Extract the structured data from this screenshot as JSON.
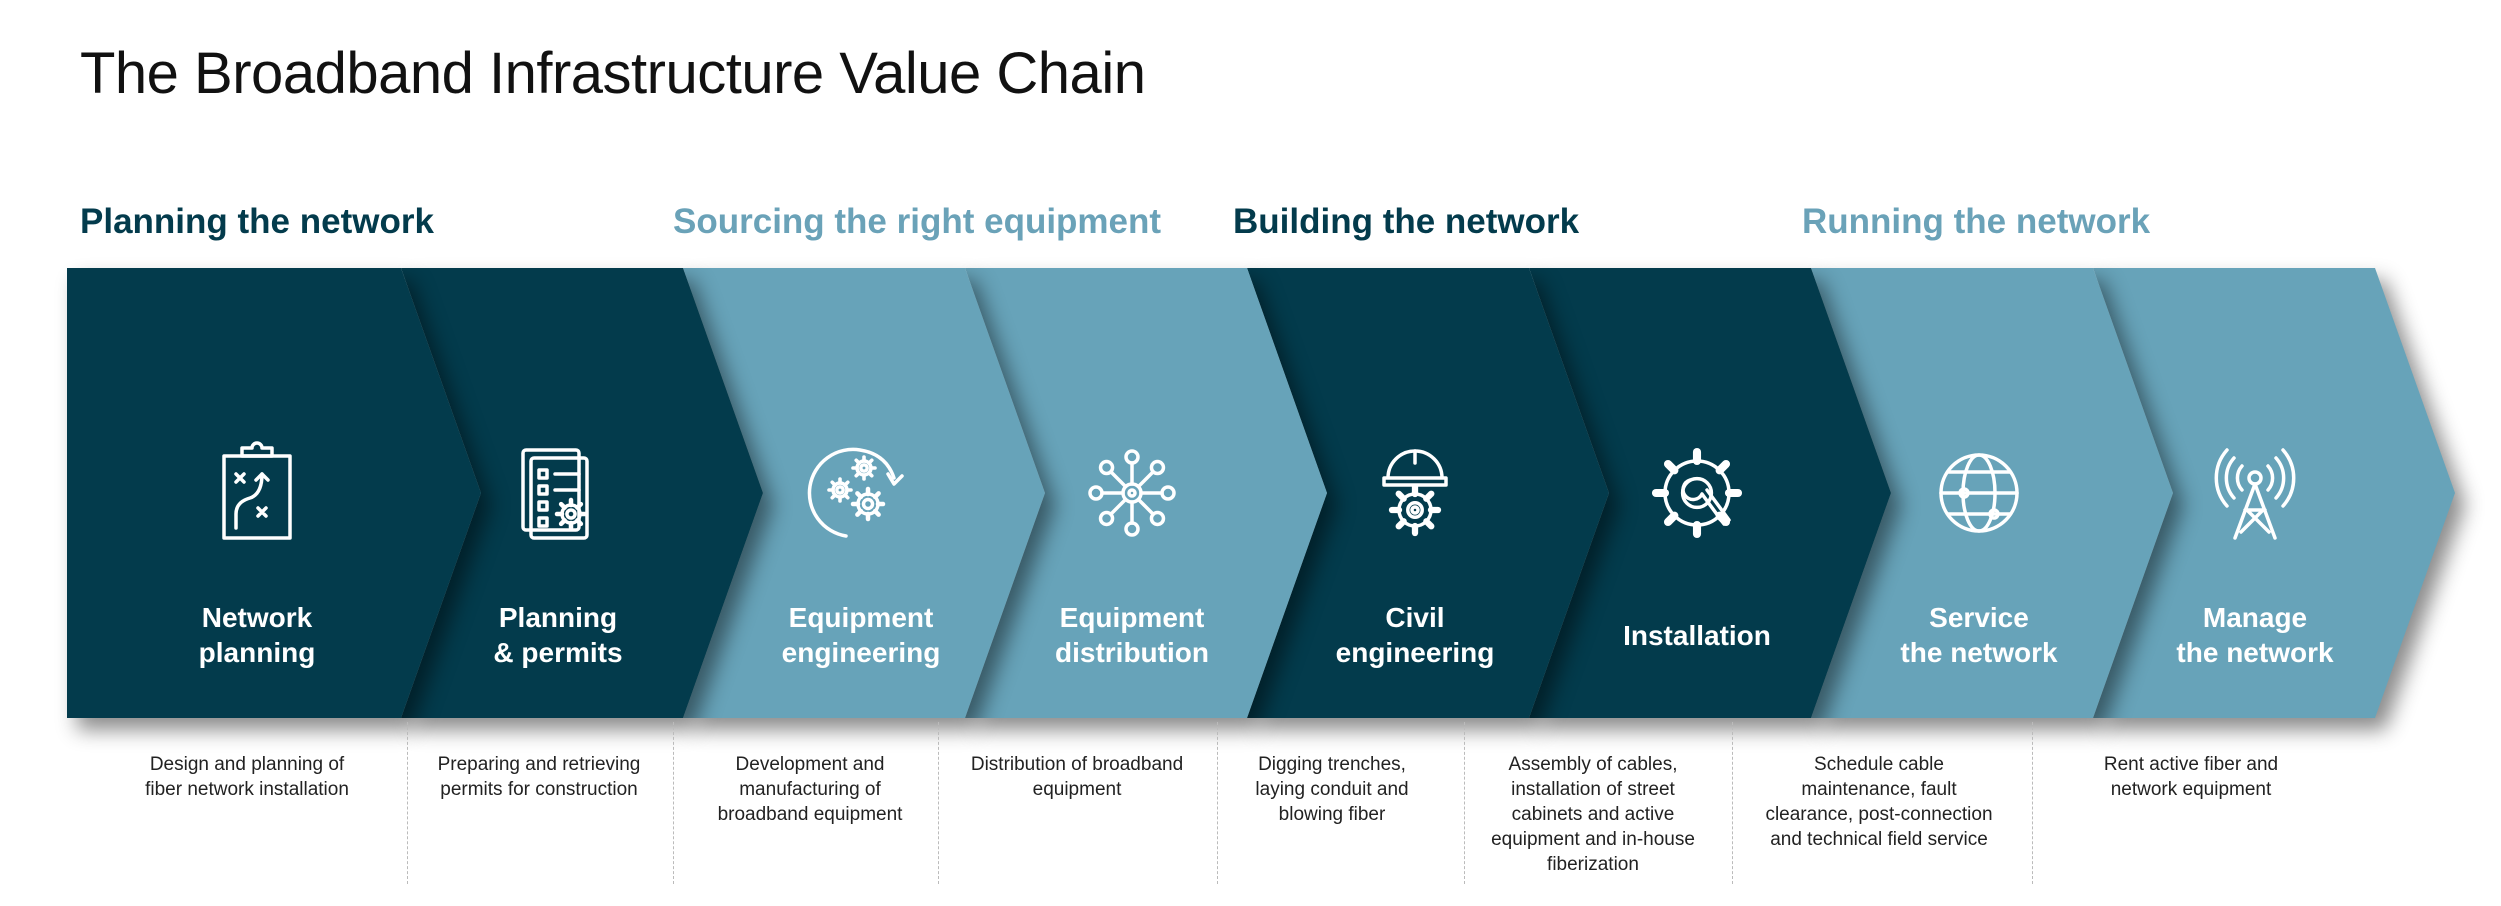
{
  "title": "The Broadband Infrastructure Value Chain",
  "colors": {
    "dark": "#033b4c",
    "light": "#67a3b9"
  },
  "phases": [
    {
      "label": "Planning the network",
      "tone": "dark"
    },
    {
      "label": "Sourcing the right equipment",
      "tone": "light"
    },
    {
      "label": "Building the network",
      "tone": "dark"
    },
    {
      "label": "Running the network",
      "tone": "light"
    }
  ],
  "steps": [
    {
      "label": "Network\nplanning",
      "icon": "clipboard-strategy-icon",
      "description": "Design and planning of\nfiber network  installation"
    },
    {
      "label": "Planning\n& permits",
      "icon": "document-gear-icon",
      "description": "Preparing and retrieving\npermits for  construction"
    },
    {
      "label": "Equipment\nengineering",
      "icon": "gears-cycle-icon",
      "description": "Development and\nmanufacturing of\nbroadband equipment"
    },
    {
      "label": "Equipment\ndistribution",
      "icon": "network-hub-icon",
      "description": "Distribution of broadband\nequipment"
    },
    {
      "label": "Civil\nengineering",
      "icon": "hardhat-gear-icon",
      "description": "Digging  trenches,\nlaying  conduit and\nblowing fiber"
    },
    {
      "label": "Installation",
      "icon": "gear-wrench-icon",
      "description": "Assembly of cables,\ninstallation of street\ncabinets and active\nequipment and in-house\nfiberization"
    },
    {
      "label": "Service\nthe network",
      "icon": "globe-icon",
      "description": "Schedule cable\nmaintenance, fault\nclearance, post-connection\nand technical field service"
    },
    {
      "label": "Manage\nthe network",
      "icon": "antenna-tower-icon",
      "description": "Rent active fiber and\nnetwork equipment"
    }
  ]
}
